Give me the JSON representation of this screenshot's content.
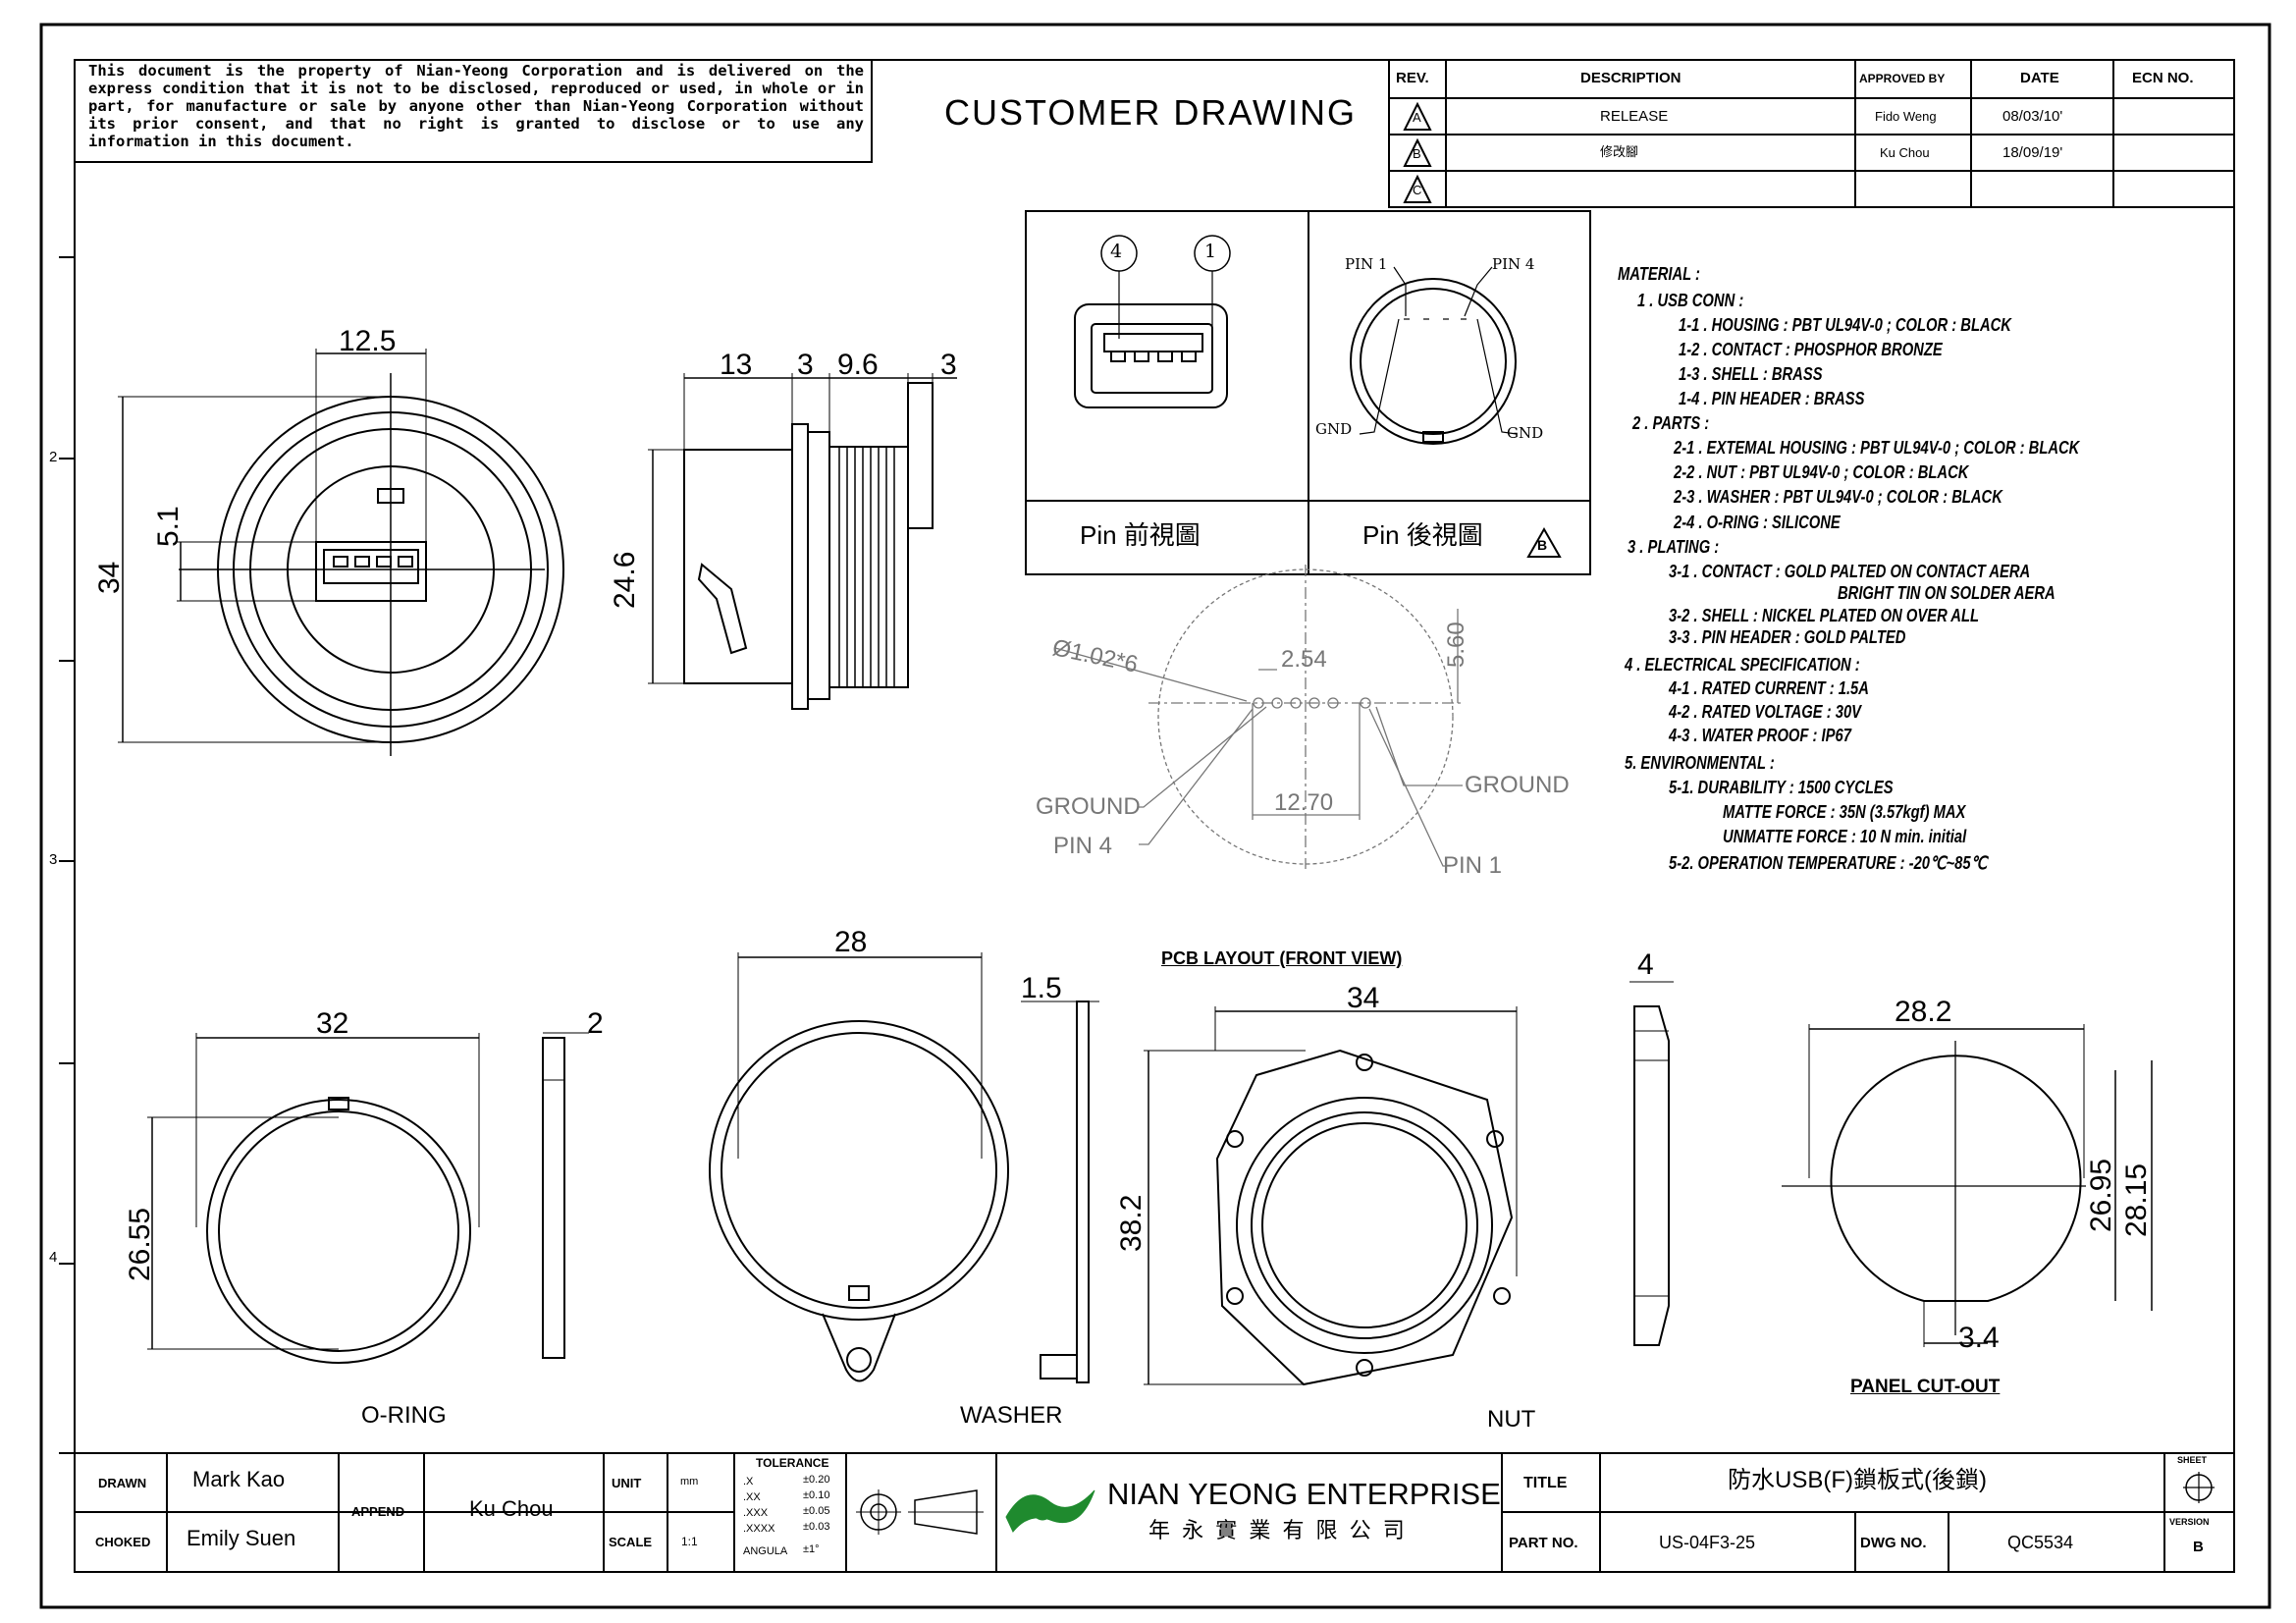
{
  "disclaimer": "This document is the property of Nian-Yeong Corporation and is delivered on the express condition that it is not to be disclosed, reproduced or used, in whole or in part, for manufacture or sale by anyone other than Nian-Yeong Corporation without its prior consent, and that no right is granted to disclose or to use any information in this document.",
  "title": "CUSTOMER DRAWING",
  "revision_table": {
    "headers": {
      "rev": "REV.",
      "description": "DESCRIPTION",
      "approved_by": "APPROVED BY",
      "date": "DATE",
      "ecn": "ECN NO."
    },
    "rows": [
      {
        "rev": "A",
        "description": "RELEASE",
        "approved_by": "Fido Weng",
        "date": "08/03/10'",
        "ecn": ""
      },
      {
        "rev": "B",
        "description": "修改腳",
        "approved_by": "Ku Chou",
        "date": "18/09/19'",
        "ecn": ""
      },
      {
        "rev": "C",
        "description": "",
        "approved_by": "",
        "date": "",
        "ecn": ""
      }
    ]
  },
  "zone_marks": [
    "2",
    "3",
    "4"
  ],
  "pin_view": {
    "front_label": "Pin 前視圖",
    "back_label": "Pin 後視圖",
    "back_rev": "B",
    "pin4": "4",
    "pin1": "1",
    "back_pin1": "PIN 1",
    "back_pin4": "PIN 4",
    "gnd_left": "GND",
    "gnd_right": "GND"
  },
  "dimensions": {
    "front_width": "12.5",
    "front_height": "34",
    "front_offset": "5.1",
    "side_13": "13",
    "side_3a": "3",
    "side_96": "9.6",
    "side_3b": "3",
    "side_height": "24.6",
    "pcb_hole": "Ø1.02*6",
    "pcb_pitch": "2.54",
    "pcb_span": "12.70",
    "pcb_vert": "5.60",
    "pcb_ground_left": "GROUND",
    "pcb_ground_right": "GROUND",
    "pcb_pin4": "PIN 4",
    "pcb_pin1": "PIN 1",
    "oring_width": "32",
    "oring_thick": "2",
    "oring_height": "26.55",
    "washer_width": "28",
    "washer_thick": "1.5",
    "nut_width": "34",
    "nut_height": "38.2",
    "nut_thick": "4",
    "cut_width": "28.2",
    "cut_h1": "26.95",
    "cut_h2": "28.15",
    "cut_flat": "3.4"
  },
  "view_labels": {
    "pcb_layout": "PCB LAYOUT (FRONT VIEW)",
    "oring": "O-RING",
    "washer": "WASHER",
    "nut": "NUT",
    "panel_cut": "PANEL CUT-OUT"
  },
  "specs": [
    "MATERIAL :",
    "1 . USB CONN :",
    "1-1 . HOUSING : PBT UL94V-0 ; COLOR : BLACK",
    "1-2 . CONTACT : PHOSPHOR BRONZE",
    "1-3 . SHELL : BRASS",
    "1-4 . PIN HEADER : BRASS",
    "2 . PARTS :",
    "2-1 . EXTEMAL HOUSING : PBT UL94V-0 ; COLOR : BLACK",
    "2-2 . NUT : PBT UL94V-0 ; COLOR : BLACK",
    "2-3 . WASHER : PBT UL94V-0 ; COLOR : BLACK",
    "2-4 . O-RING : SILICONE",
    "3 . PLATING :",
    "3-1 . CONTACT : GOLD PALTED ON CONTACT AERA",
    "BRIGHT TIN ON SOLDER AERA",
    "3-2 . SHELL : NICKEL PLATED ON OVER ALL",
    "3-3 . PIN HEADER : GOLD PALTED",
    "4 . ELECTRICAL SPECIFICATION :",
    "4-1 . RATED CURRENT : 1.5A",
    "4-2 . RATED VOLTAGE : 30V",
    "4-3 . WATER PROOF : IP67",
    "5. ENVIRONMENTAL :",
    "5-1. DURABILITY : 1500 CYCLES",
    "MATTE FORCE : 35N (3.57kgf) MAX",
    "UNMATTE FORCE : 10 N min. initial",
    "5-2. OPERATION TEMPERATURE : -20℃~85℃"
  ],
  "title_block": {
    "drawn_label": "DRAWN",
    "drawn": "Mark Kao",
    "chked_label": "CHOKED",
    "chked": "Emily Suen",
    "append_label": "APPEND",
    "append": "Ku Chou",
    "unit_label": "UNIT",
    "unit": "mm",
    "scale_label": "SCALE",
    "scale": "1:1",
    "tolerance_label": "TOLERANCE",
    "tol_rows": [
      {
        "k": ".X",
        "v": "±0.20"
      },
      {
        "k": ".XX",
        "v": "±0.10"
      },
      {
        "k": ".XXX",
        "v": "±0.05"
      },
      {
        "k": ".XXXX",
        "v": "±0.03"
      },
      {
        "k": "ANGULA",
        "v": "±1°"
      }
    ],
    "company_en": "NIAN YEONG ENTERPRISE",
    "company_zh": "年 永 實 業 有 限 公 司",
    "title_label": "TITLE",
    "title": "防水USB(F)鎖板式(後鎖)",
    "part_label": "PART NO.",
    "part": "US-04F3-25",
    "dwg_label": "DWG NO.",
    "dwg": "QC5534",
    "sheet_label": "SHEET",
    "version_label": "VERSION",
    "version": "B"
  }
}
